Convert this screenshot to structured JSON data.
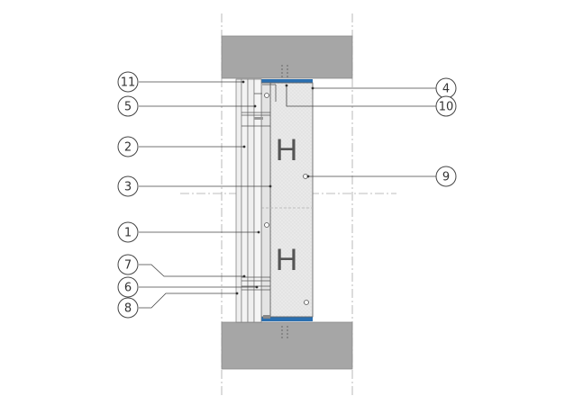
{
  "diagram": {
    "callouts": [
      {
        "label": "1"
      },
      {
        "label": "2"
      },
      {
        "label": "3"
      },
      {
        "label": "4"
      },
      {
        "label": "5"
      },
      {
        "label": "6"
      },
      {
        "label": "7"
      },
      {
        "label": "8"
      },
      {
        "label": "9"
      },
      {
        "label": "10"
      },
      {
        "label": "11"
      }
    ],
    "panel_marks": [
      {
        "text": "H"
      },
      {
        "text": "H"
      }
    ],
    "colors": {
      "concrete": "#a6a6a6",
      "concrete_edge": "#8a8a8a",
      "insulation": "#e6e6e6",
      "board": "#eeeeee",
      "steel_track": "#2a6fb0",
      "line": "#444444",
      "axis": "#9a9a9a"
    }
  }
}
